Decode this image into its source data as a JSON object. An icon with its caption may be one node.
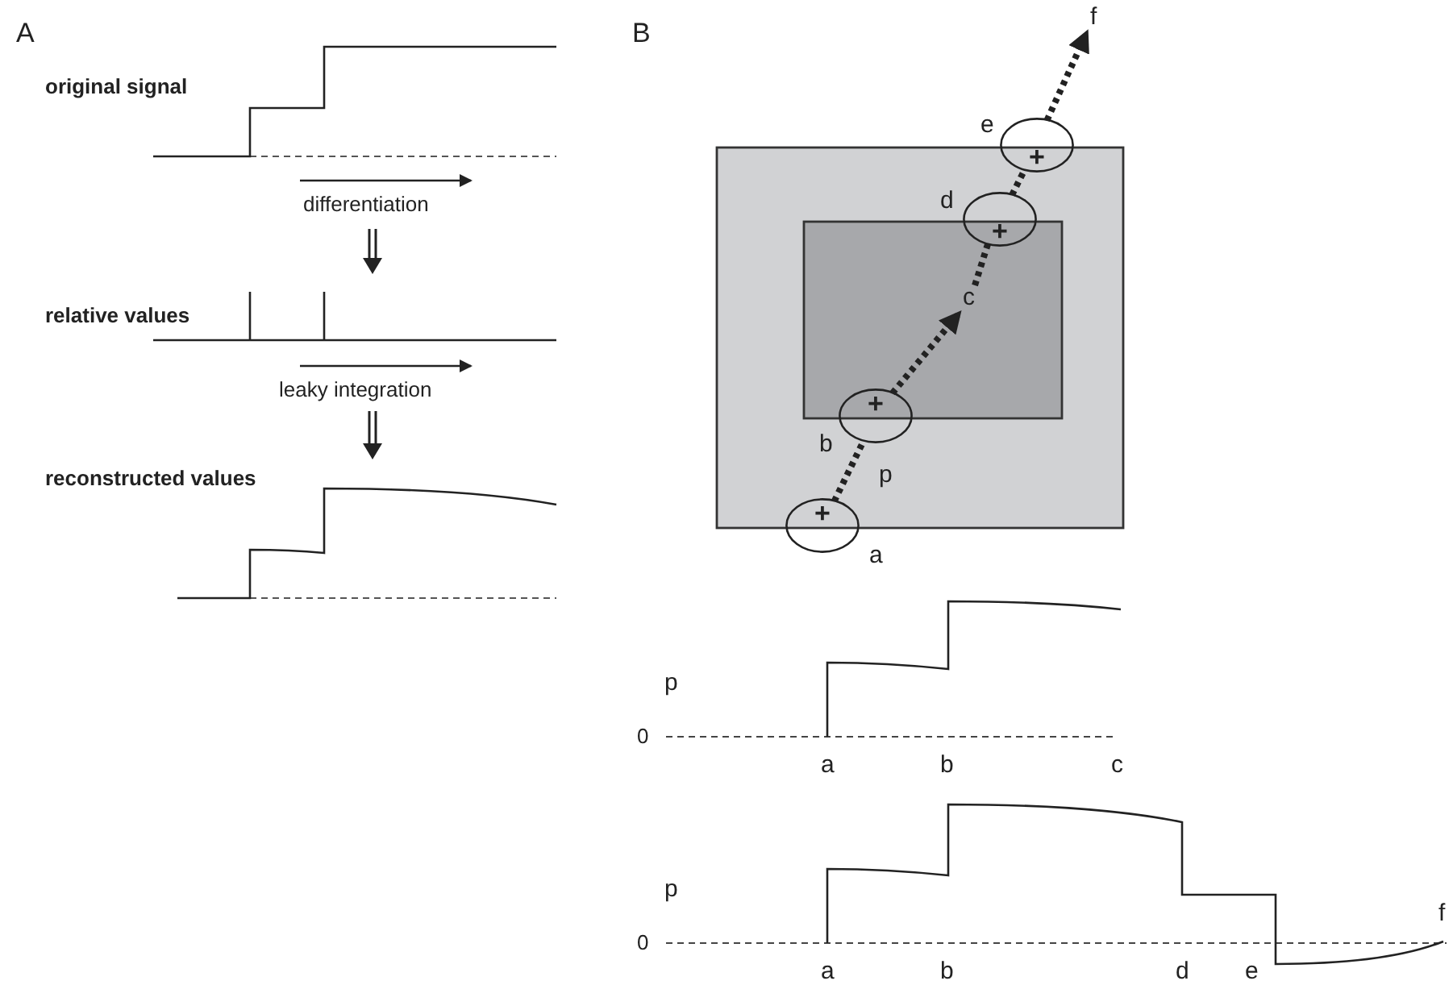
{
  "diagram": {
    "nodes": [
      {
        "text": [
          "+"
        ]
      },
      {
        "text": [
          "+"
        ]
      },
      {
        "text": [
          "+"
        ]
      },
      {
        "text": [
          "+"
        ]
      },
      {
        "text": [
          "f"
        ]
      },
      {
        "text": [
          "c"
        ]
      }
    ],
    "edges": [
      {
        "from": 3,
        "to": 2,
        "arrow": "none",
        "style": "dashed"
      },
      {
        "from": 2,
        "to": 5,
        "arrow": "to",
        "style": "dashed"
      },
      {
        "from": 5,
        "to": 1,
        "arrow": "none",
        "style": "dashed"
      },
      {
        "from": 1,
        "to": 0,
        "arrow": "none",
        "style": "dashed"
      },
      {
        "from": 0,
        "to": 4,
        "arrow": "to",
        "style": "dashed"
      }
    ],
    "labels": [
      "A",
      "original signal",
      "differentiation",
      "relative values",
      "leaky integration",
      "reconstructed values",
      "B",
      "e",
      "d",
      "b",
      "p",
      "a",
      "p",
      "0",
      "a",
      "b",
      "c",
      "p",
      "0",
      "f",
      "a",
      "b",
      "d",
      "e"
    ]
  }
}
